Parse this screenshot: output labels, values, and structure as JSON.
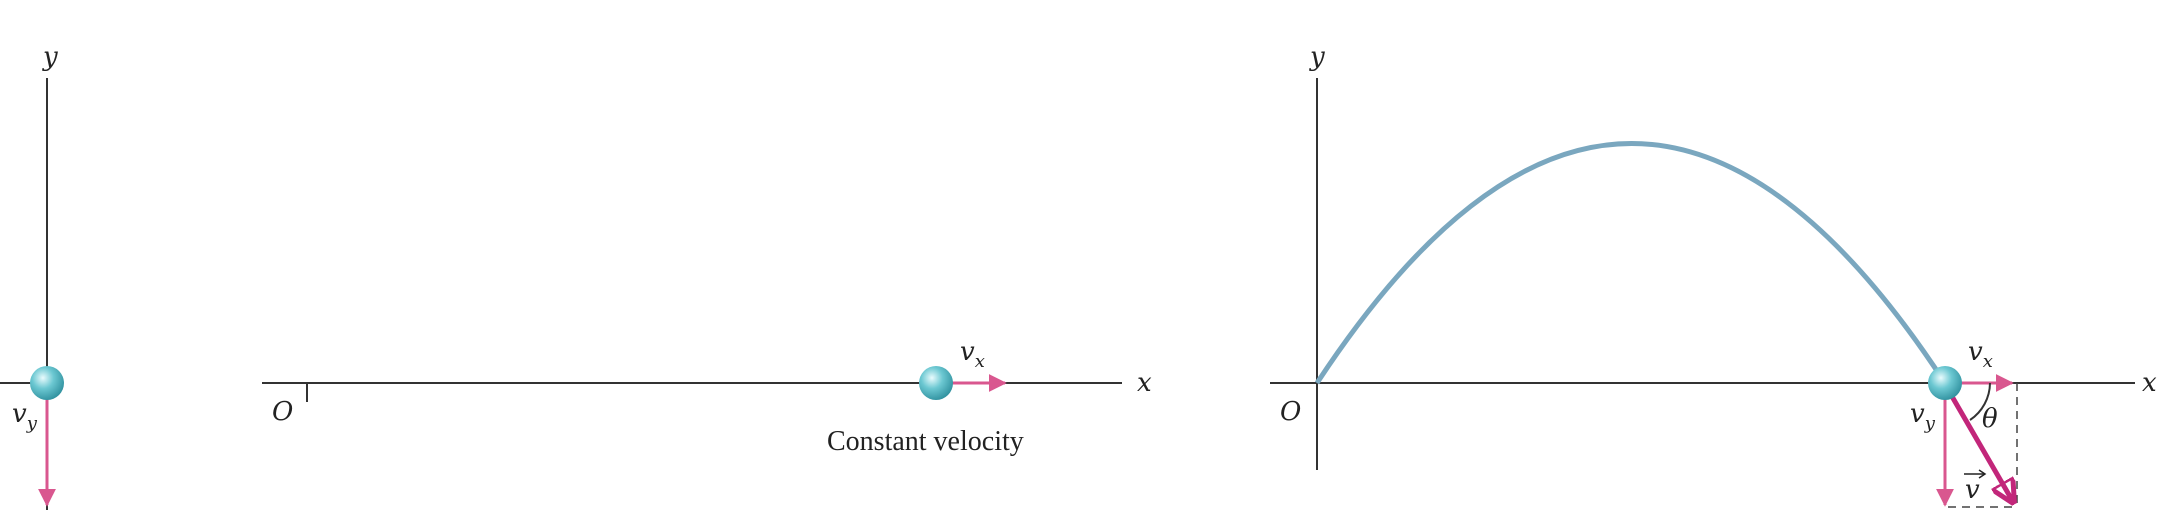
{
  "panel_left": {
    "axis_y_label": "y",
    "vel_label_base": "v",
    "vel_label_sub": "y"
  },
  "panel_middle": {
    "origin_label": "O",
    "axis_x_label": "x",
    "vel_label_base": "v",
    "vel_label_sub": "x",
    "caption": "Constant velocity"
  },
  "panel_right": {
    "axis_y_label": "y",
    "axis_x_label": "x",
    "origin_label": "O",
    "vx_label_base": "v",
    "vx_label_sub": "x",
    "vy_label_base": "v",
    "vy_label_sub": "y",
    "angle_label": "θ",
    "v_vector_label": "v"
  },
  "colors": {
    "axis": "#333333",
    "arrow": "#d9578f",
    "velocity_vector": "#c2267a",
    "trajectory": "#7aa7bf",
    "ball": "#6cc8d2",
    "ball_dark": "#2e8f9d"
  }
}
